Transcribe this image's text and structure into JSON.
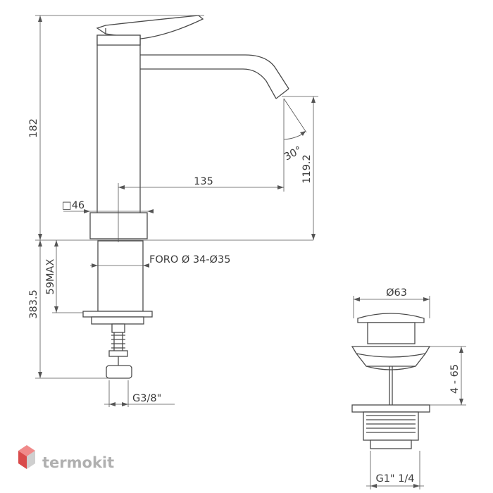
{
  "dimensions": {
    "total_height": "182",
    "spout_reach": "135",
    "spout_height": "119.2",
    "spout_angle": "30°",
    "base_square": "□46",
    "foro_label": "FORO Ø 34-Ø35",
    "max_thickness": "59MAX",
    "hose_length": "383.5",
    "hose_thread": "G3/8\"",
    "waste_diameter": "Ø63",
    "waste_range": "4 - 65",
    "waste_thread": "G1\" 1/4"
  },
  "watermark": {
    "brand": "termokit",
    "colors": [
      "#f08a8a",
      "#d94b4b",
      "#cfcfcf"
    ]
  }
}
